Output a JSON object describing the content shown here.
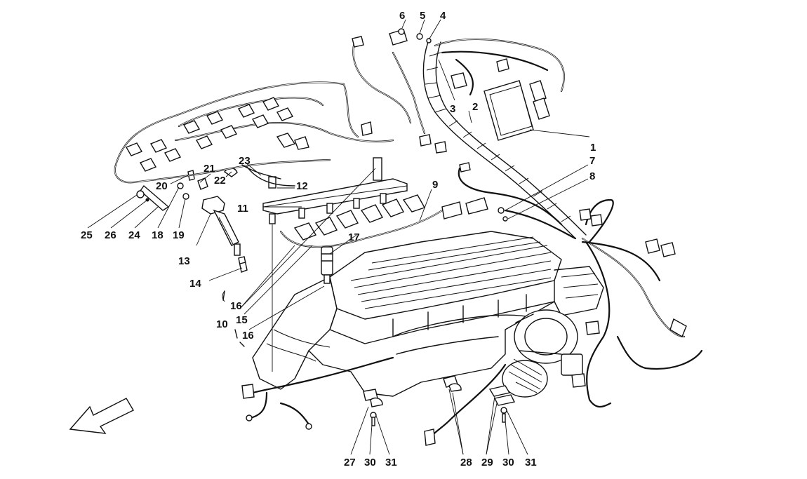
{
  "callouts": {
    "c1": "1",
    "c2": "2",
    "c3": "3",
    "c4": "4",
    "c5": "5",
    "c6": "6",
    "c7": "7",
    "c8": "8",
    "c9": "9",
    "c10": "10",
    "c11": "11",
    "c12": "12",
    "c13": "13",
    "c14": "14",
    "c15": "15",
    "c16a": "16",
    "c16b": "16",
    "c17": "17",
    "c18": "18",
    "c19": "19",
    "c20": "20",
    "c21": "21",
    "c22": "22",
    "c23": "23",
    "c24": "24",
    "c25": "25",
    "c26": "26",
    "c27": "27",
    "c28": "28",
    "c29": "29",
    "c30a": "30",
    "c30b": "30",
    "c31a": "31",
    "c31b": "31"
  },
  "icons": {
    "direction_arrow": "front-direction-arrow-icon"
  }
}
